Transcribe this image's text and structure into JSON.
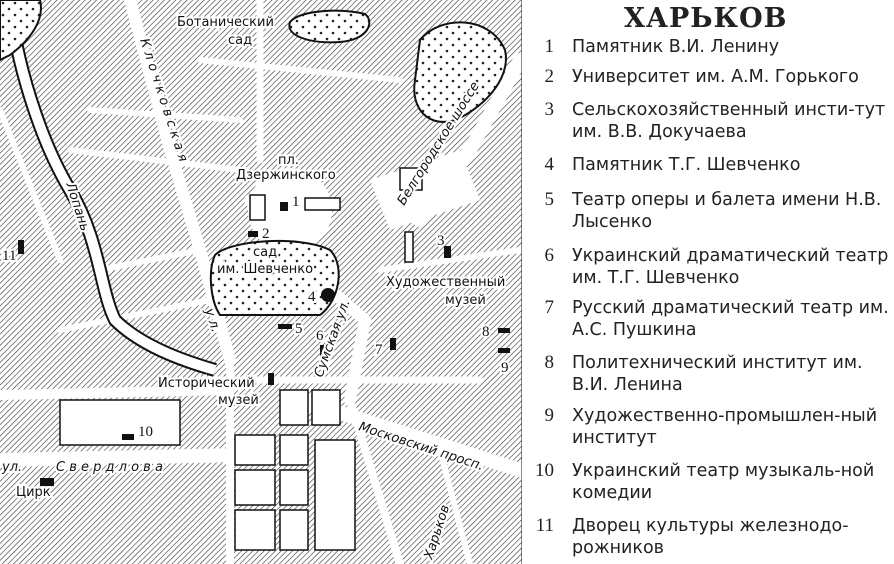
{
  "title": "ХАРЬКОВ",
  "legend": [
    {
      "num": "1",
      "text": "Памятник В.И. Ленину"
    },
    {
      "num": "2",
      "text": "Университет им. А.М. Горького"
    },
    {
      "num": "3",
      "text": "Сельскохозяйственный инсти-тут им. В.В. Докучаева"
    },
    {
      "num": "4",
      "text": "Памятник Т.Г. Шевченко"
    },
    {
      "num": "5",
      "text": "Театр оперы и балета имени Н.В. Лысенко"
    },
    {
      "num": "6",
      "text": "Украинский драматический театр им. Т.Г. Шевченко"
    },
    {
      "num": "7",
      "text": "Русский драматический театр им. А.С. Пушкина"
    },
    {
      "num": "8",
      "text": "Политехнический институт им. В.И. Ленина"
    },
    {
      "num": "9",
      "text": "Художественно-промышлен-ный институт"
    },
    {
      "num": "10",
      "text": "Украинский театр музыкаль-ной комедии"
    },
    {
      "num": "11",
      "text": "Дворец культуры железнодо-рожников"
    }
  ],
  "map": {
    "botanical_garden_1": "Ботанический",
    "botanical_garden_2": "сад",
    "dzerzhinsky_1": "пл.",
    "dzerzhinsky_2": "Дзержинского",
    "shevchenko_garden_1": "сад",
    "shevchenko_garden_2": "им. Шевченко",
    "art_museum_1": "Художественный",
    "art_museum_2": "музей",
    "history_museum_1": "Исторический",
    "history_museum_2": "музей",
    "circus": "Цирк",
    "lopan": "Лопань",
    "kolochkovskaya": "К л о ч к о в с к а я",
    "kolochkovskaya_ul": "у л.",
    "sumskaya": "Сумская ул.",
    "belgorod": "Белгородское шоссе",
    "moskovsky": "Московский просп.",
    "sverdlova_ul": "ул.",
    "sverdlova": "С в е р д л о в а",
    "kharkov_river": "Харьков",
    "n1": "1",
    "n2": "2",
    "n3": "3",
    "n4": "4",
    "n5": "5",
    "n6": "6",
    "n7": "7",
    "n8": "8",
    "n9": "9",
    "n10": "10",
    "n11": "11"
  }
}
